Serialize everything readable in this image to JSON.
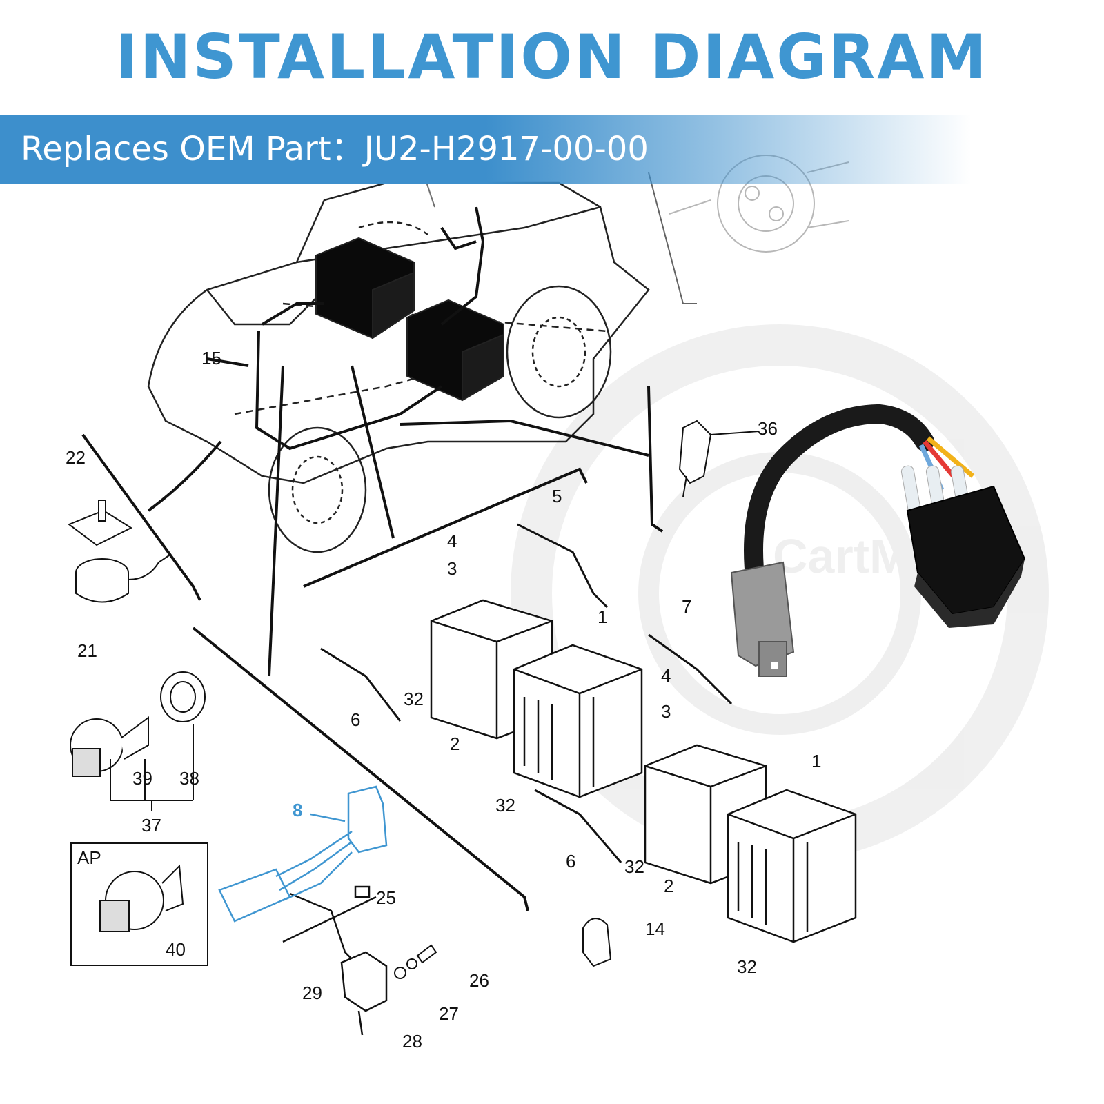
{
  "header": {
    "title": "INSTALLATION DIAGRAM",
    "banner": "Replaces OEM Part：JU2-H2917-00-00"
  },
  "watermark": {
    "text": "CartMan"
  },
  "colors": {
    "accent": "#3f96d1",
    "line": "#111111",
    "battery": "#0a0a0a",
    "switch_body": "#111111",
    "connector": "#9a9a9a",
    "wire_red": "#e53935",
    "wire_yellow": "#f2b21a",
    "wire_blue": "#6fa8dc"
  },
  "callouts": [
    "15",
    "22",
    "21",
    "36",
    "5",
    "4",
    "3",
    "1",
    "7",
    "6",
    "32",
    "2",
    "39",
    "38",
    "37",
    "AP",
    "40",
    "8",
    "25",
    "26",
    "27",
    "28",
    "29",
    "14"
  ]
}
